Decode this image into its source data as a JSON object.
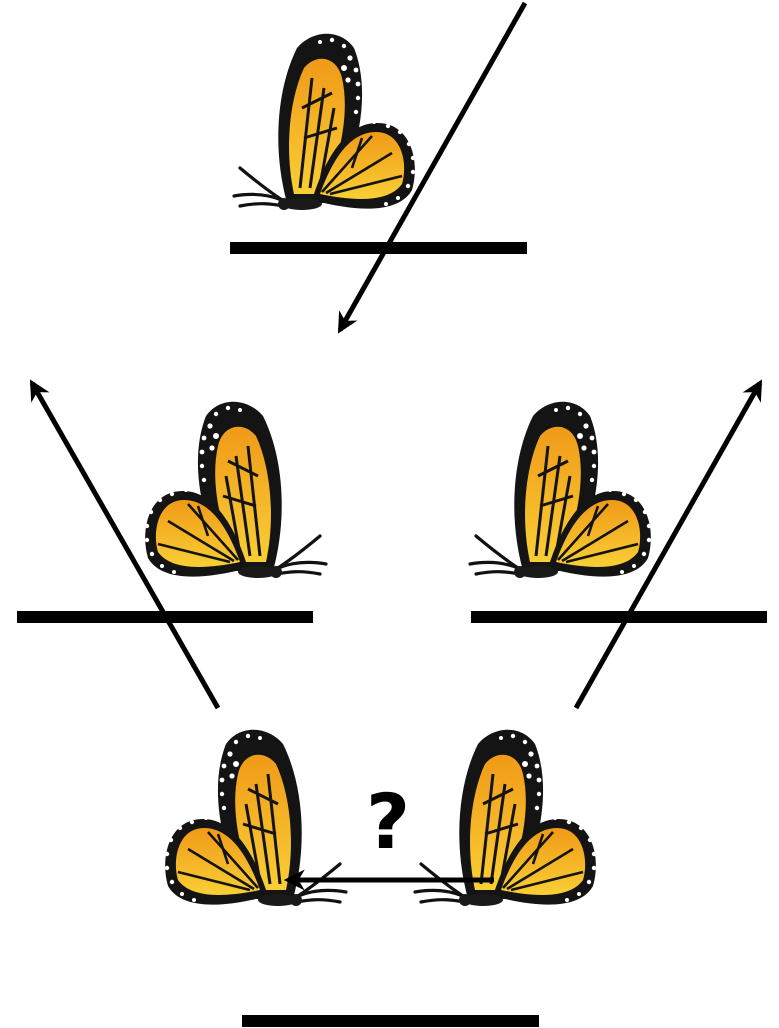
{
  "diagram": {
    "question_label": "?",
    "colors": {
      "background": "#ffffff",
      "ink": "#000000",
      "wing_orange": "#f4a51c",
      "wing_yellow": "#f8c930",
      "wing_black": "#141414",
      "spot_white": "#ffffff"
    },
    "butterflies": [
      {
        "id": "top",
        "facing": "left"
      },
      {
        "id": "middle-left",
        "facing": "right"
      },
      {
        "id": "middle-right",
        "facing": "left"
      },
      {
        "id": "bottom-left",
        "facing": "right"
      },
      {
        "id": "bottom-right",
        "facing": "left"
      }
    ],
    "surfaces": [
      "top-bar",
      "middle-left-bar",
      "middle-right-bar",
      "bottom-bar"
    ],
    "arrows": [
      "incoming-down-left",
      "outgoing-up-left",
      "outgoing-up-right",
      "horizontal-left"
    ]
  }
}
